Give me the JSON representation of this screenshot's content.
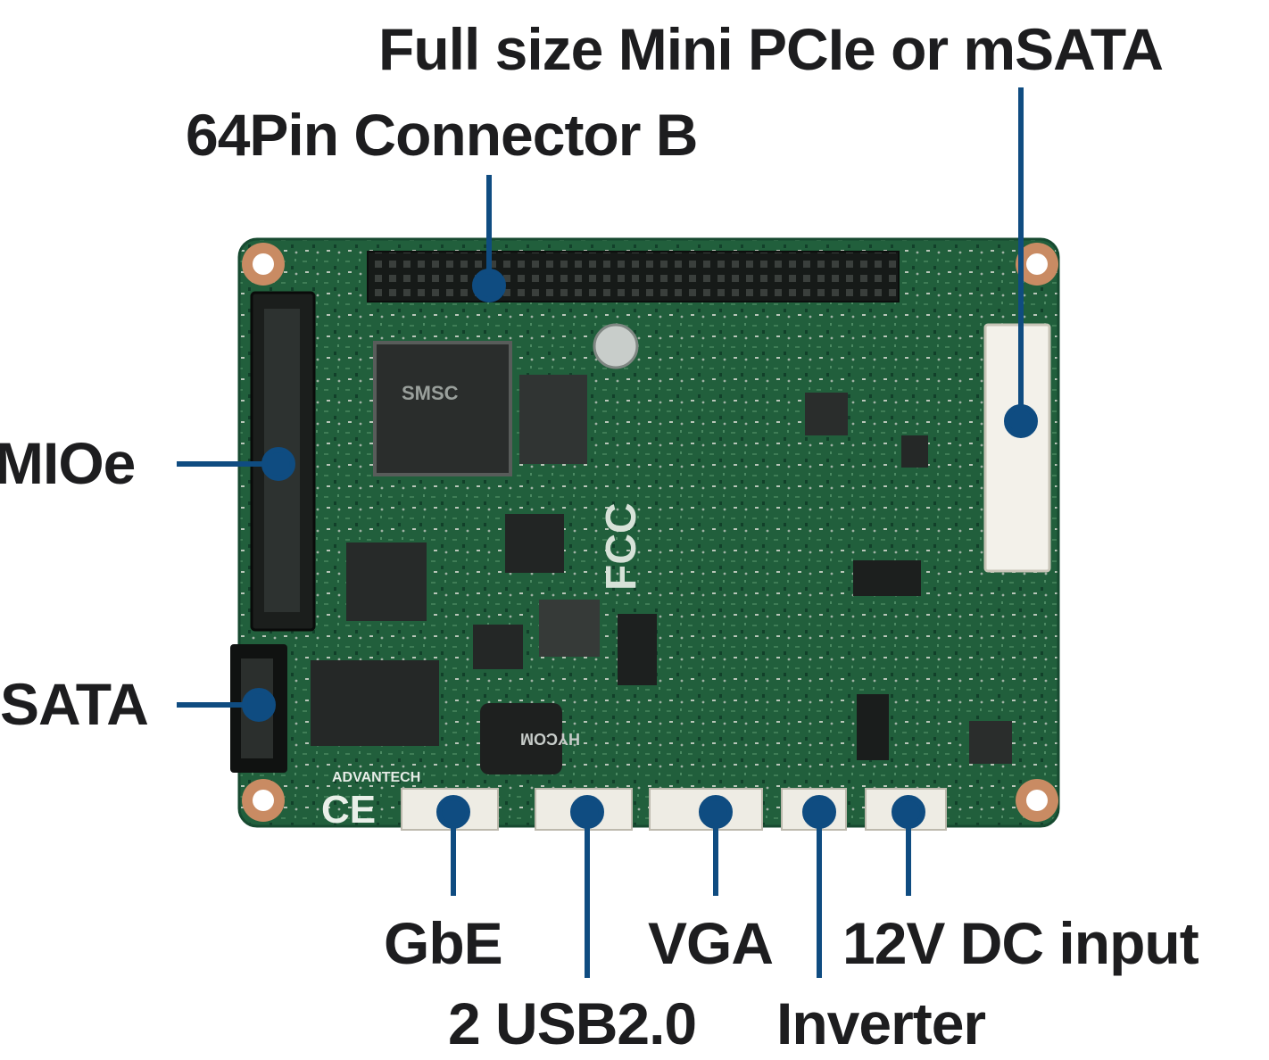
{
  "labels": {
    "mini_pcie": "Full size Mini PCIe or mSATA",
    "connector_b": "64Pin Connector B",
    "mioe": "MIOe",
    "sata": "SATA",
    "gbe": "GbE",
    "usb": "2 USB2.0",
    "vga": "VGA",
    "inverter": "Inverter",
    "dc_input": "12V DC input"
  },
  "board_markings": {
    "ce_mark": "CE",
    "fcc_mark": "FCC",
    "brand": "ADVANTECH",
    "chip_1": "SMSC",
    "chip_2": "HYCOM"
  },
  "colors": {
    "pcb": "#1f5a3a",
    "callout": "#0f4c81",
    "text": "#1d1d1f"
  }
}
